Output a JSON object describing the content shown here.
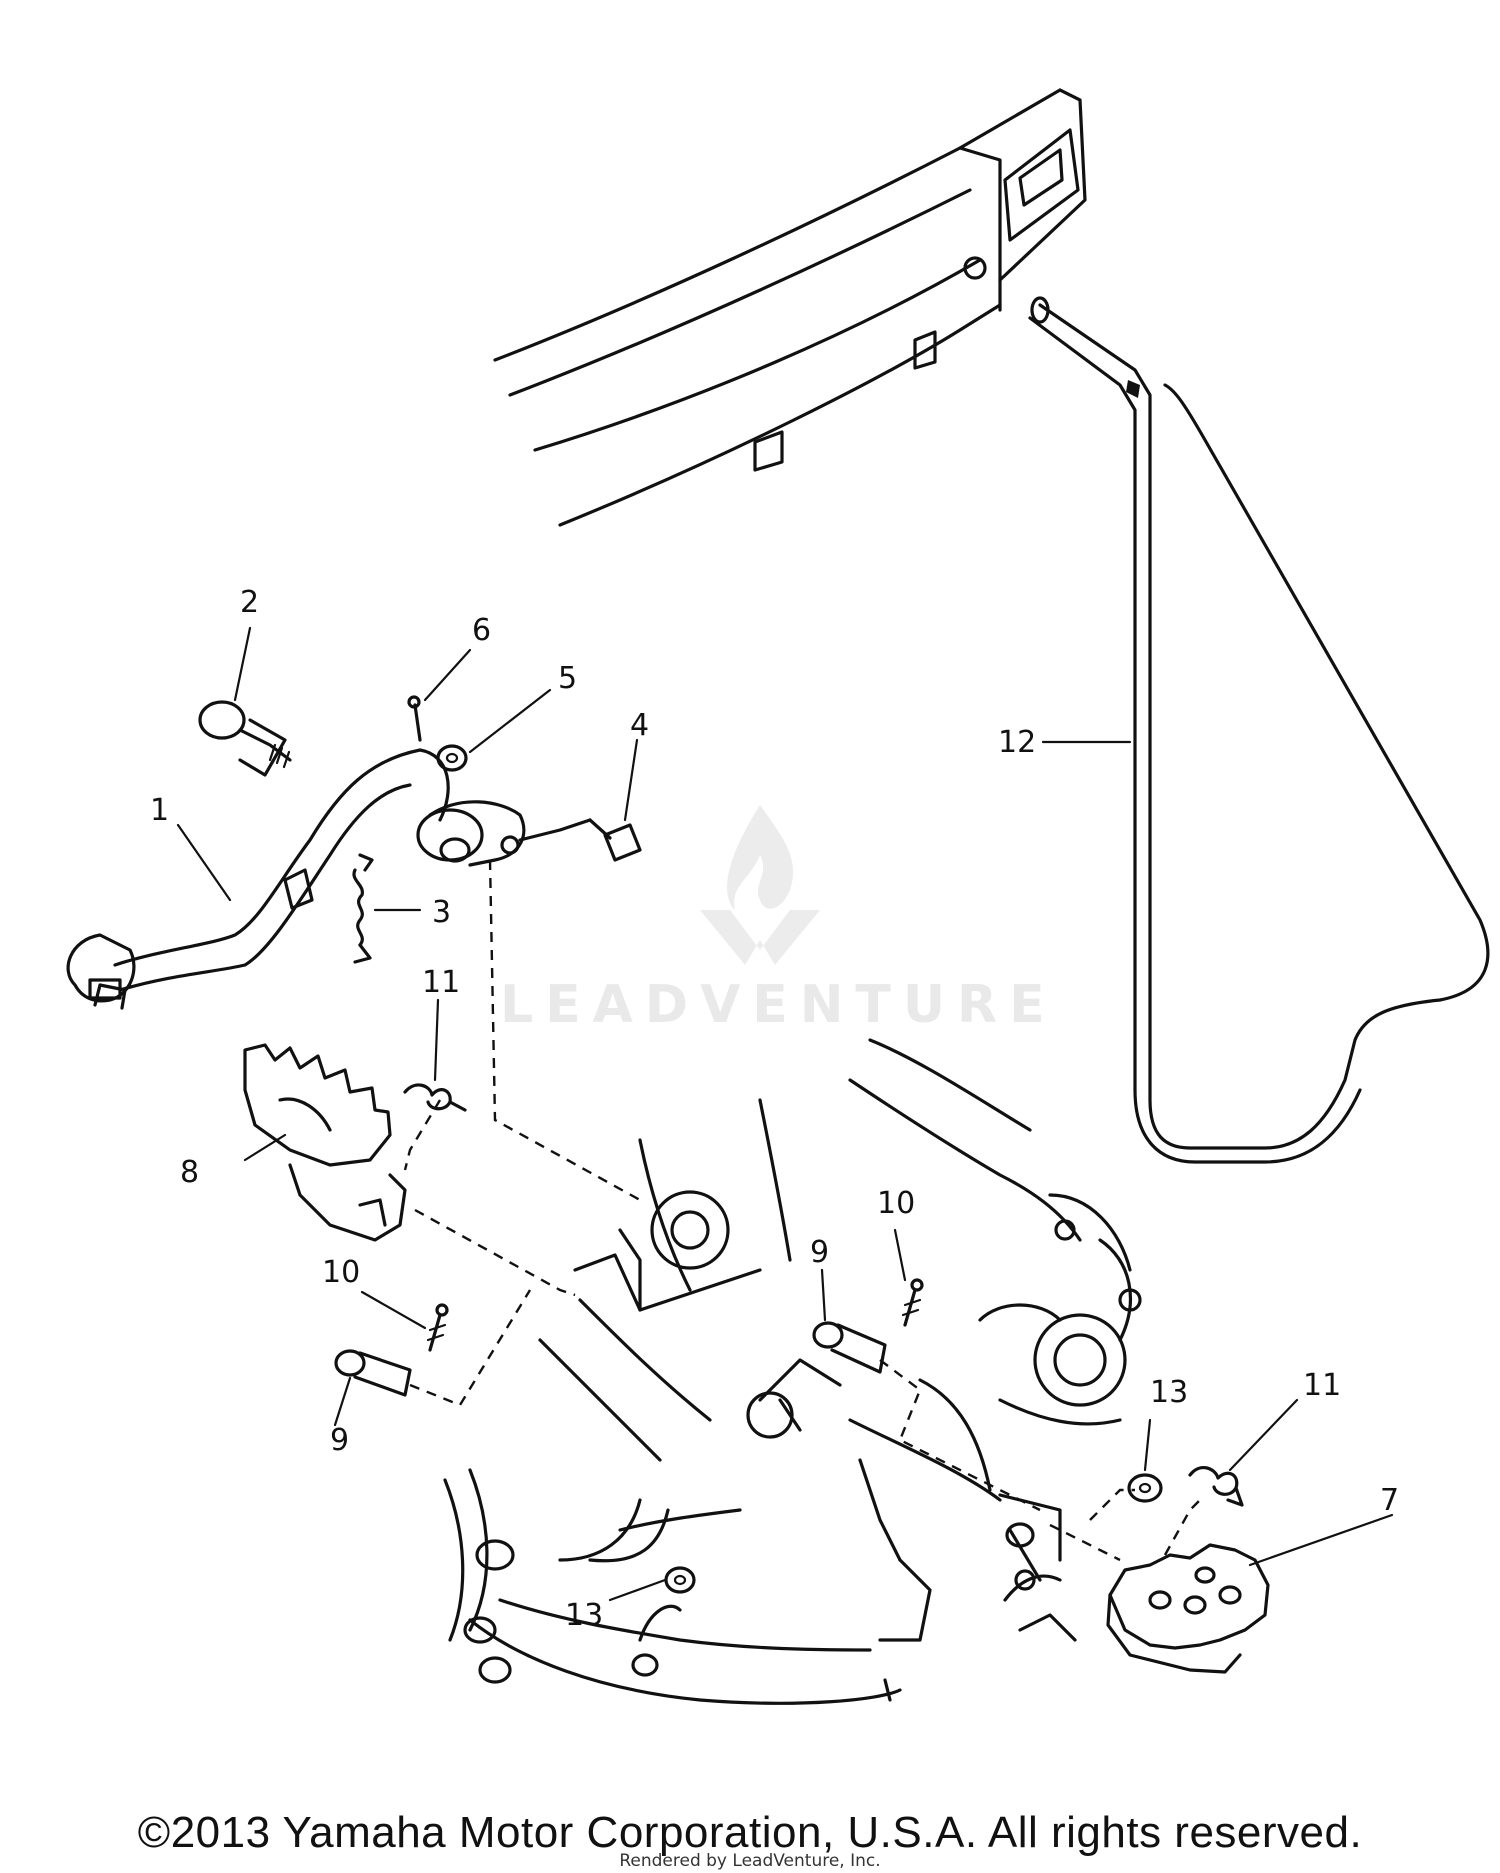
{
  "callouts": {
    "c1": "1",
    "c2": "2",
    "c3": "3",
    "c4": "4",
    "c5": "5",
    "c6": "6",
    "c7": "7",
    "c8": "8",
    "c9a": "9",
    "c9b": "9",
    "c10a": "10",
    "c10b": "10",
    "c11a": "11",
    "c11b": "11",
    "c12": "12",
    "c13a": "13",
    "c13b": "13"
  },
  "watermark": {
    "text": "LEADVENTURE"
  },
  "footer": {
    "copyright": "©2013 Yamaha Motor Corporation, U.S.A. All rights reserved.",
    "rendered_by": "Rendered by LeadVenture, Inc."
  }
}
